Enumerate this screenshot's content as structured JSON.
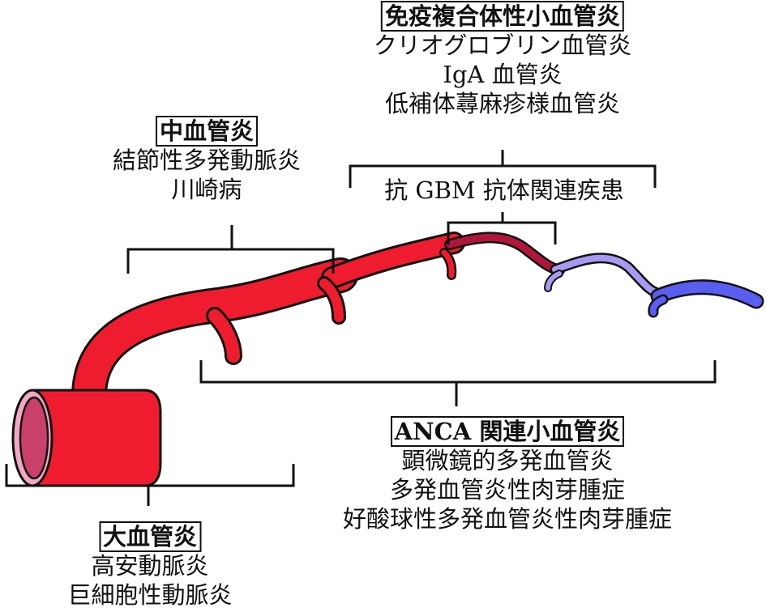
{
  "immune_complex": {
    "heading": "免疫複合体性小血管炎",
    "items": [
      "クリオグロブリン血管炎",
      "IgA 血管炎",
      "低補体蕁麻疹様血管炎"
    ],
    "sub": "抗 GBM 抗体関連疾患"
  },
  "medium": {
    "heading": "中血管炎",
    "items": [
      "結節性多発動脈炎",
      "川崎病"
    ]
  },
  "anca": {
    "heading": "ANCA 関連小血管炎",
    "items": [
      "顕微鏡的多発血管炎",
      "多発血管炎性肉芽腫症",
      "好酸球性多発血管炎性肉芽腫症"
    ]
  },
  "large": {
    "heading": "大血管炎",
    "items": [
      "高安動脈炎",
      "巨細胞性動脈炎"
    ]
  },
  "colors": {
    "artery": "#ee1c2e",
    "arteriole": "#b0163a",
    "capillary": "#a89af0",
    "vein": "#5a5ef0",
    "lumen": "#c9406a",
    "wall": "#f2a8c4"
  }
}
